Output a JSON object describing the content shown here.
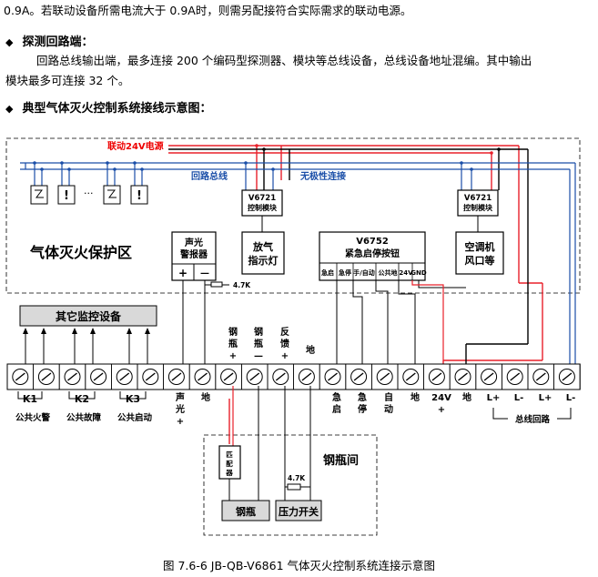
{
  "text": {
    "line1": "0.9A。若联动设备所需电流大于 0.9A时，则需另配接符合实际需求的联动电源。",
    "heading1": "探测回路端：",
    "para1": "回路总线输出端，最多连接 200 个编码型探测器、模块等总线设备，总线设备地址混编。其中输出",
    "para2": "模块最多可连接 32 个。",
    "heading2": "典型气体灭火控制系统接线示意图："
  },
  "diagram": {
    "power_label": "联动24V电源",
    "loop_bus": "回路总线",
    "non_polar": "无极性连接",
    "module_id": "V6721",
    "module_name": "控制模块",
    "dots": "···",
    "zone": "气体灭火保护区",
    "alarm": [
      "声光",
      "警报器"
    ],
    "alarm_plus": "+",
    "alarm_minus": "—",
    "resistor": "4.7K",
    "release_lamp": [
      "放气",
      "指示灯"
    ],
    "button_id": "V6752",
    "button_name": "紧急启停按钮",
    "button_terms": [
      "急启",
      "急停",
      "手/自动",
      "公共地",
      "24V",
      "GND"
    ],
    "ac": [
      "空调机",
      "风口等"
    ],
    "other": "其它监控设备",
    "upper_labels": [
      {
        "t": [
          "钢",
          "瓶",
          "+"
        ]
      },
      {
        "t": [
          "钢",
          "瓶",
          "—"
        ]
      },
      {
        "t": [
          "反",
          "馈",
          "+"
        ]
      },
      {
        "t": [
          "地"
        ]
      }
    ],
    "k1": "K1",
    "k2": "K2",
    "k3": "K3",
    "k1_desc": "公共火警",
    "k2_desc": "公共故障",
    "k3_desc": "公共启动",
    "lower_labels": [
      {
        "t": [
          "声",
          "光",
          "+"
        ]
      },
      {
        "t": [
          "地"
        ]
      },
      {
        "t": [
          "急",
          "启"
        ]
      },
      {
        "t": [
          "急",
          "停"
        ]
      },
      {
        "t": [
          "自",
          "动"
        ]
      },
      {
        "t": [
          "地"
        ]
      },
      {
        "t": [
          "24V",
          "+"
        ]
      },
      {
        "t": [
          "地"
        ]
      },
      {
        "t": [
          "L+"
        ]
      },
      {
        "t": [
          "L-"
        ]
      },
      {
        "t": [
          "L+"
        ]
      },
      {
        "t": [
          "L-"
        ]
      }
    ],
    "bus_loop": "总线回路",
    "cyl_room": "钢瓶间",
    "matcher": [
      "匹",
      "配",
      "器"
    ],
    "cylinder": "钢瓶",
    "pressure": "压力开关"
  },
  "caption": "图 7.6-6 JB-QB-V6861 气体灭火控制系统连接示意图"
}
